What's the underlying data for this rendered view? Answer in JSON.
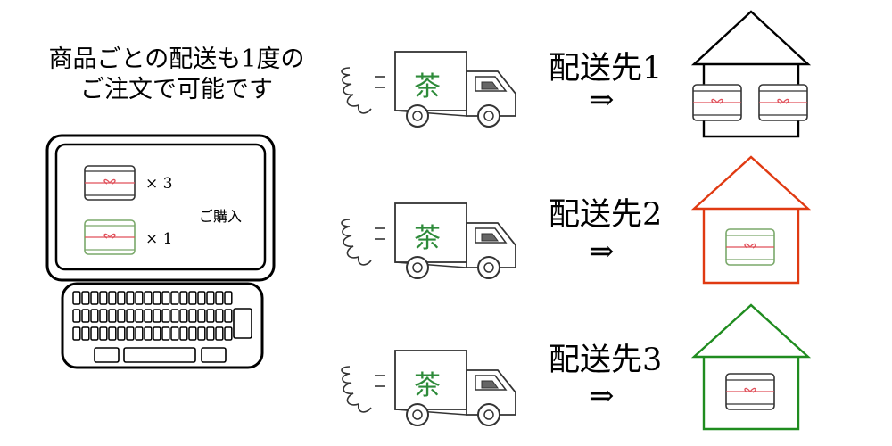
{
  "headline": {
    "line1": "商品ごとの配送も1度の",
    "line2": "ご注文で可能です"
  },
  "laptop": {
    "items": [
      {
        "quantity": "× 3",
        "ribbon_color": "#000000"
      },
      {
        "quantity": "× 1",
        "ribbon_color": "#2e7d32"
      }
    ],
    "action_label": "ご購入"
  },
  "trucks": [
    {
      "cargo_label": "茶"
    },
    {
      "cargo_label": "茶"
    },
    {
      "cargo_label": "茶"
    }
  ],
  "destinations": [
    {
      "label": "配送先1",
      "arrow": "⇒",
      "house_color": "#000000",
      "parcels": 2
    },
    {
      "label": "配送先2",
      "arrow": "⇒",
      "house_color": "#e03a12",
      "parcels": 1
    },
    {
      "label": "配送先3",
      "arrow": "⇒",
      "house_color": "#1f8c1f",
      "parcels": 1
    }
  ],
  "colors": {
    "tea_text": "#2e8b3a",
    "ribbon_red": "#e0505a",
    "gift_green": "#7aa86a"
  },
  "icons": [
    "laptop-icon",
    "gift-box-icon",
    "delivery-truck-icon",
    "house-icon",
    "double-arrow-icon"
  ]
}
